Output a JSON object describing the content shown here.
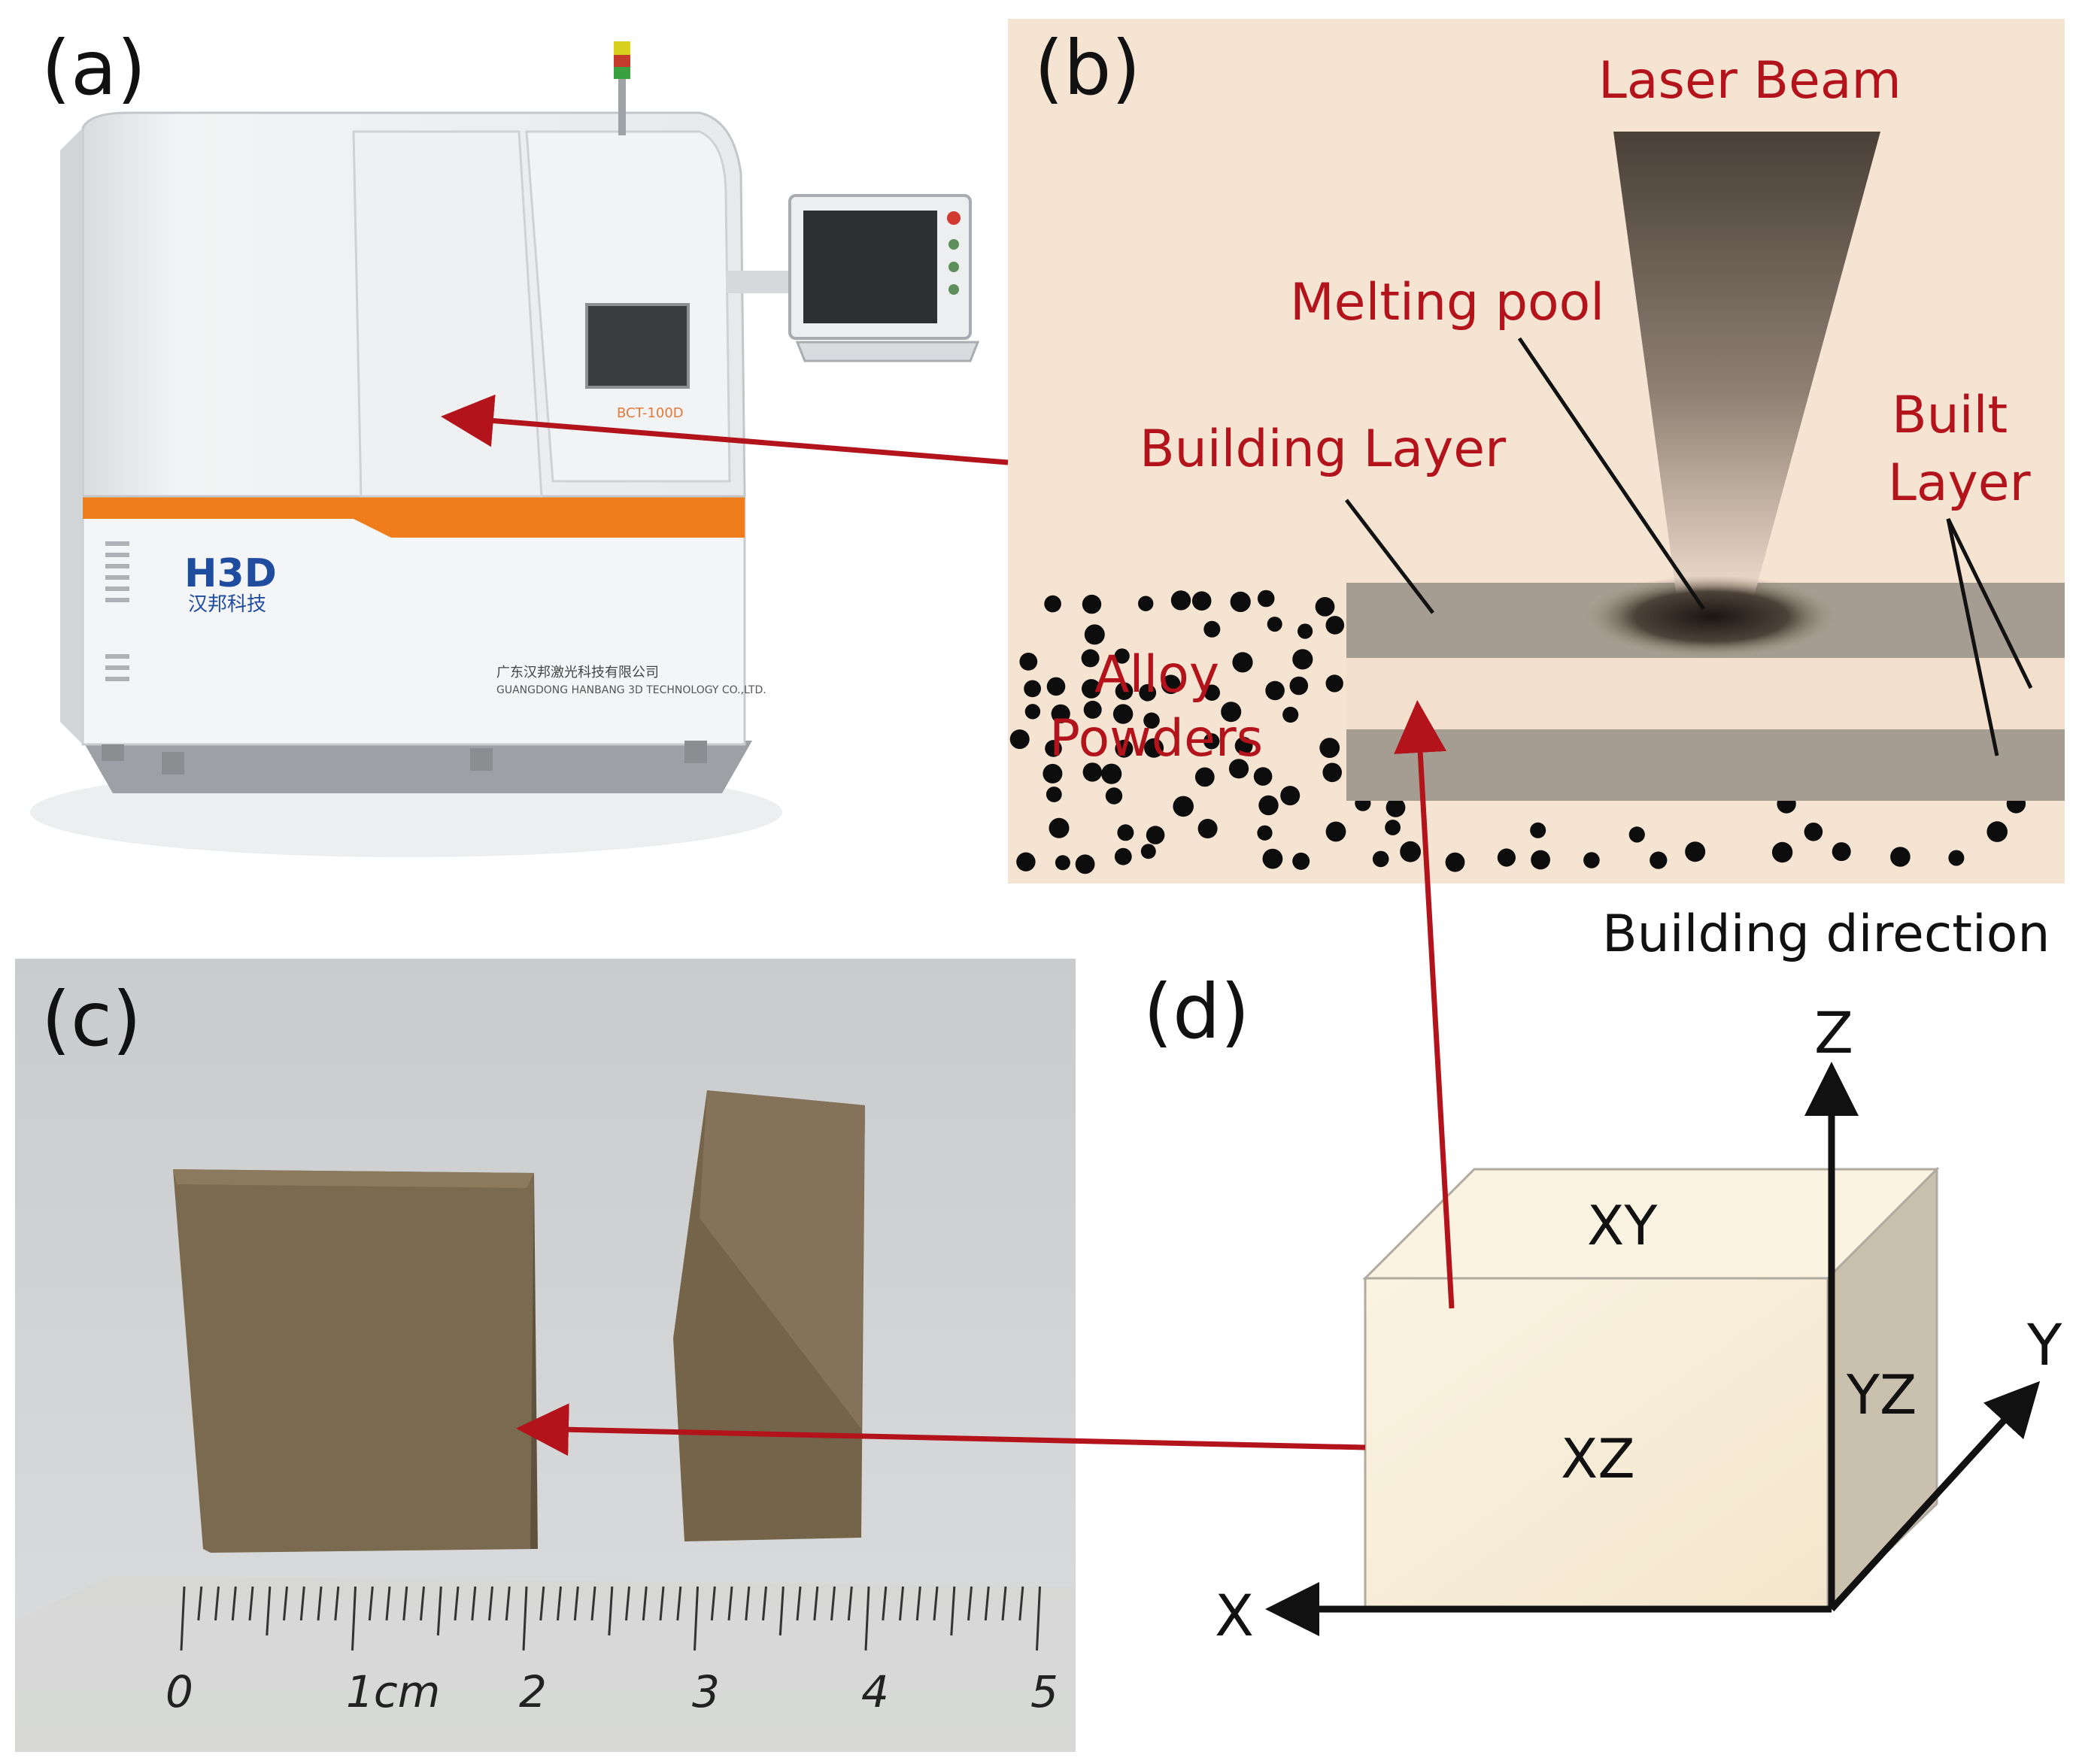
{
  "panels": {
    "a": {
      "label": "(a)",
      "brand_logo": "H3D",
      "brand_cn": "汉邦科技",
      "model": "BCT-100D",
      "company_cn": "广东汉邦激光科技有限公司",
      "company_en": "GUANGDONG HANBANG 3D TECHNOLOGY CO.,LTD."
    },
    "b": {
      "label": "(b)",
      "laser_beam": "Laser Beam",
      "melting_pool": "Melting pool",
      "building_layer": "Building Layer",
      "built_layer_1": "Built",
      "built_layer_2": "Layer",
      "alloy_1": "Alloy",
      "alloy_2": "Powders"
    },
    "c": {
      "label": "(c)",
      "ruler": [
        "0",
        "1cm",
        "2",
        "3",
        "4",
        "5"
      ]
    },
    "d": {
      "label": "(d)",
      "building_direction": "Building direction",
      "axis_z": "Z",
      "axis_y": "Y",
      "axis_x": "X",
      "face_xy": "XY",
      "face_xz": "XZ",
      "face_yz": "YZ"
    }
  },
  "colors": {
    "arrow_red": "#b3131b",
    "label_red": "#b3131b",
    "panel_b_bg": "#f6e4d3",
    "machine_orange": "#f07d1c",
    "sample": "#7a6a4f"
  },
  "icons": [
    "machine-photo",
    "sample-photo",
    "ruler-photo",
    "laser-beam-cone",
    "powder-particles"
  ]
}
